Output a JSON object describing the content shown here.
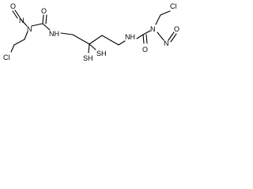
{
  "diagram": {
    "atoms": {
      "o_left": "O",
      "n_left": "N",
      "n_left_nitroso": "N",
      "cl_left": "Cl",
      "nh_left": "NH",
      "o_carbonyl_left": "O",
      "sh_1": "SH",
      "sh_2": "SH",
      "nh_right": "NH",
      "n_right": "N",
      "o_carbonyl_right": "O",
      "n_right_nitroso": "N",
      "o_right": "O",
      "cl_right": "Cl"
    },
    "colors": {
      "line": "#000000",
      "background": "#ffffff"
    }
  }
}
